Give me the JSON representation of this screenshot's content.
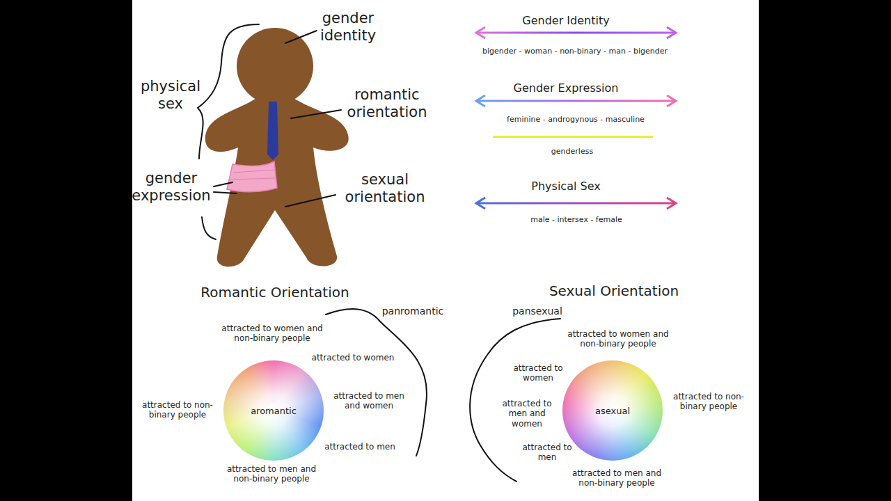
{
  "diagram": {
    "nodes": [
      {
        "text": [
          "aromantic"
        ]
      },
      {
        "text": [
          "asexual"
        ]
      }
    ],
    "labels": [
      "gender identity",
      "romantic orientation",
      "physical sex",
      "gender expression",
      "sexual orientation",
      "Gender Identity",
      "bigender - woman - non-binary - man - bigender",
      "Gender Expression",
      "feminine - androgynous - masculine",
      "genderless",
      "Physical Sex",
      "male - intersex - female",
      "Romantic Orientation",
      "panromantic",
      "attracted to women and non-binary people",
      "attracted to women",
      "attracted to men and women",
      "attracted to men",
      "attracted to men and non-binary people",
      "attracted to non-binary people",
      "Sexual Orientation",
      "pansexual",
      "attracted to women and non-binary people",
      "attracted to women",
      "attracted to non-binary people",
      "attracted to men and women",
      "attracted to men",
      "attracted to men and non-binary people"
    ]
  }
}
